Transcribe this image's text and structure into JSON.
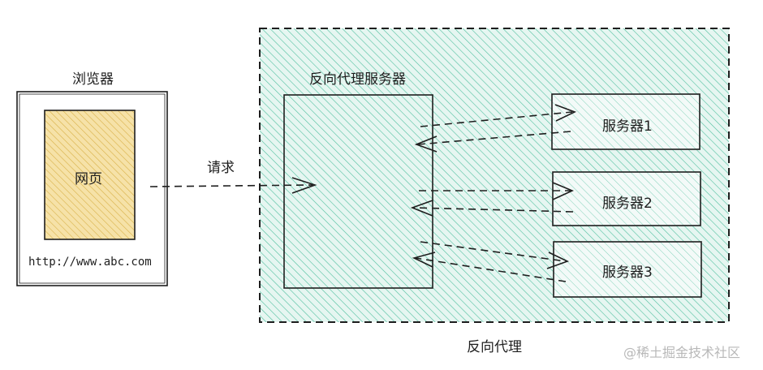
{
  "browser": {
    "title": "浏览器",
    "page_label": "网页",
    "url": "http://www.abc.com"
  },
  "request_label": "请求",
  "proxy": {
    "group_label": "反向代理",
    "server_label": "反向代理服务器"
  },
  "servers": [
    {
      "label": "服务器1"
    },
    {
      "label": "服务器2"
    },
    {
      "label": "服务器3"
    }
  ],
  "watermark": "@稀土掘金技术社区",
  "colors": {
    "stroke": "#1e1e1e",
    "page_fill": "#f5dc9a",
    "page_hatch": "#d9b24a",
    "proxy_fill": "#dff3ee",
    "proxy_hatch": "#4fbf9f",
    "watermark": "#b8b8b8"
  }
}
